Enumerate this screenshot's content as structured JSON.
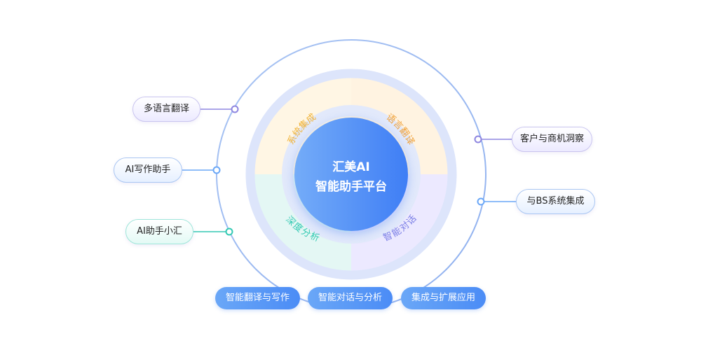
{
  "center": {
    "line1": "汇美AI",
    "line2": "智能助手平台"
  },
  "quadrants": [
    {
      "label": "系统集成",
      "color": "#f0b33a"
    },
    {
      "label": "语言翻译",
      "color": "#f0a23a"
    },
    {
      "label": "深度分析",
      "color": "#33c9b3"
    },
    {
      "label": "智能对话",
      "color": "#7b7fe6"
    }
  ],
  "left_features": [
    "多语言翻译",
    "AI写作助手",
    "AI助手小汇"
  ],
  "right_features": [
    "客户与商机洞察",
    "与BS系统集成"
  ],
  "bottom_pills": [
    "智能翻译与写作",
    "智能对话与分析",
    "集成与扩展应用"
  ],
  "colors": {
    "accent": "#4b8cf6",
    "ring": "#9dbef3",
    "purple": "#8e86e0",
    "teal": "#33c9b3"
  }
}
